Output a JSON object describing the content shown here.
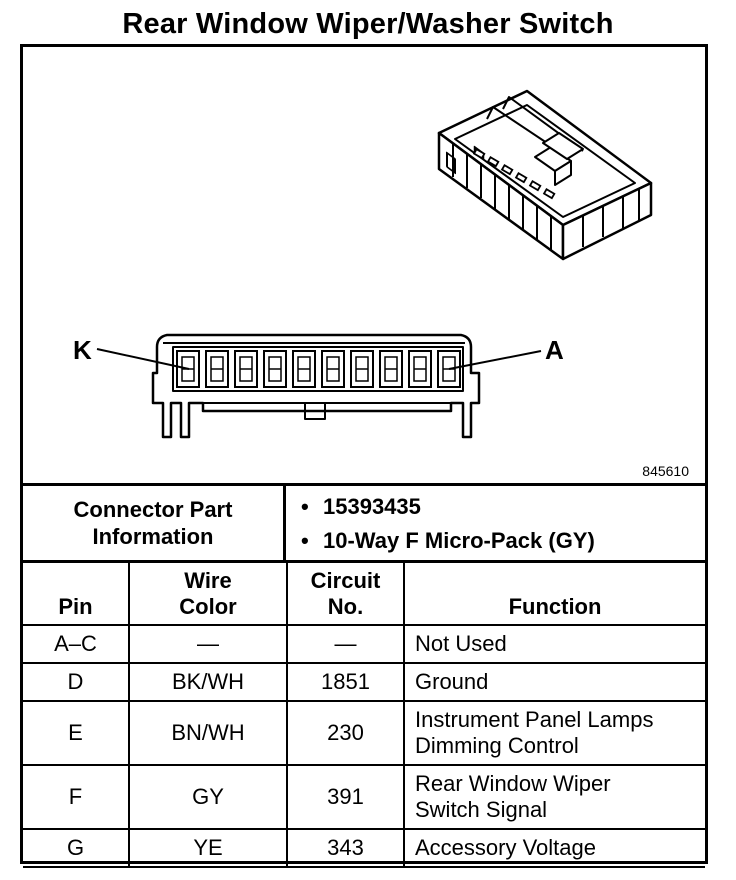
{
  "title": "Rear Window Wiper/Washer Switch",
  "figure_id": "845610",
  "connector_labels": {
    "left": "K",
    "right": "A"
  },
  "connector_info": {
    "label_line1": "Connector Part",
    "label_line2": "Information",
    "values": [
      "15393435",
      "10-Way F Micro-Pack (GY)"
    ]
  },
  "table": {
    "headers": {
      "pin": "Pin",
      "wire_color_line1": "Wire",
      "wire_color_line2": "Color",
      "circuit_line1": "Circuit",
      "circuit_line2": "No.",
      "function": "Function"
    },
    "rows": [
      {
        "pin": "A–C",
        "wire": "—",
        "circuit": "—",
        "function": [
          "Not Used"
        ]
      },
      {
        "pin": "D",
        "wire": "BK/WH",
        "circuit": "1851",
        "function": [
          "Ground"
        ]
      },
      {
        "pin": "E",
        "wire": "BN/WH",
        "circuit": "230",
        "function": [
          "Instrument Panel Lamps",
          "Dimming Control"
        ]
      },
      {
        "pin": "F",
        "wire": "GY",
        "circuit": "391",
        "function": [
          "Rear Window Wiper",
          "Switch Signal"
        ]
      },
      {
        "pin": "G",
        "wire": "YE",
        "circuit": "343",
        "function": [
          "Accessory Voltage"
        ]
      }
    ]
  }
}
